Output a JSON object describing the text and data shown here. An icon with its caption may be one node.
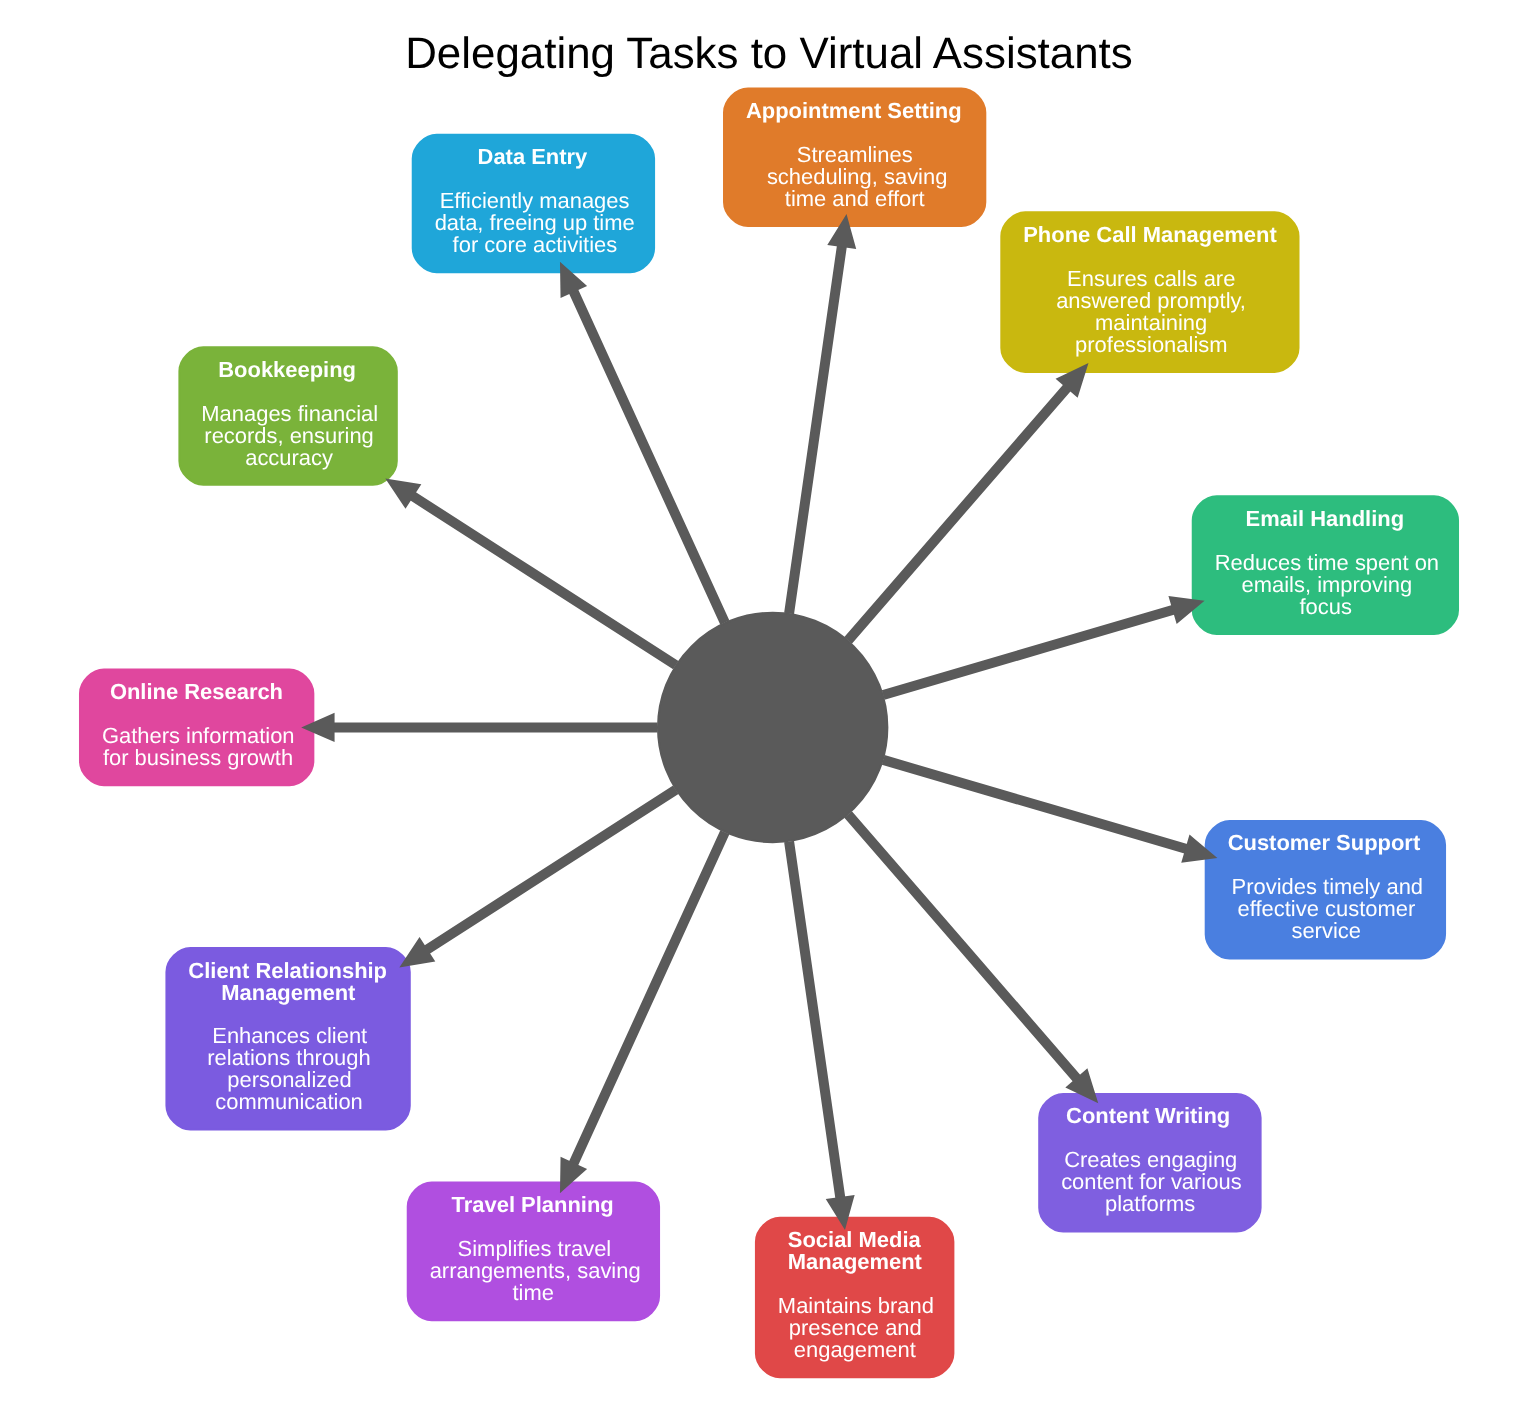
{
  "diagram": {
    "title": "Delegating Tasks to Virtual Assistants",
    "nodes": [
      {
        "text": [],
        "shape": "circle"
      },
      {
        "text": [
          "Email Handling",
          "Reduces time spent on emails, improving focus"
        ]
      },
      {
        "text": [
          "Phone Call Management",
          "Ensures calls are answered promptly, maintaining professionalism"
        ]
      },
      {
        "text": [
          "Appointment Setting",
          "Streamlines scheduling, saving time and effort"
        ]
      },
      {
        "text": [
          "Data Entry",
          "Efficiently manages data, freeing up time for core activities"
        ]
      },
      {
        "text": [
          "Bookkeeping",
          "Manages financial records, ensuring accuracy"
        ]
      },
      {
        "text": [
          "Online Research",
          "Gathers information for business growth"
        ]
      },
      {
        "text": [
          "Client Relationship Management",
          "Enhances client relations through personalized communication"
        ]
      },
      {
        "text": [
          "Travel Planning",
          "Simplifies travel arrangements, saving time"
        ]
      },
      {
        "text": [
          "Social Media Management",
          "Maintains brand presence and engagement"
        ]
      },
      {
        "text": [
          "Content Writing",
          "Creates engaging content for various platforms"
        ]
      },
      {
        "text": [
          "Customer Support",
          "Provides timely and effective customer service"
        ]
      }
    ],
    "edges": [
      {
        "from": 0,
        "to": 1,
        "arrow": "to"
      },
      {
        "from": 0,
        "to": 2,
        "arrow": "to"
      },
      {
        "from": 0,
        "to": 3,
        "arrow": "to"
      },
      {
        "from": 0,
        "to": 4,
        "arrow": "to"
      },
      {
        "from": 0,
        "to": 5,
        "arrow": "to"
      },
      {
        "from": 0,
        "to": 6,
        "arrow": "to"
      },
      {
        "from": 0,
        "to": 7,
        "arrow": "to"
      },
      {
        "from": 0,
        "to": 8,
        "arrow": "to"
      },
      {
        "from": 0,
        "to": 9,
        "arrow": "to"
      },
      {
        "from": 0,
        "to": 10,
        "arrow": "to"
      },
      {
        "from": 0,
        "to": 11,
        "arrow": "to"
      }
    ]
  }
}
